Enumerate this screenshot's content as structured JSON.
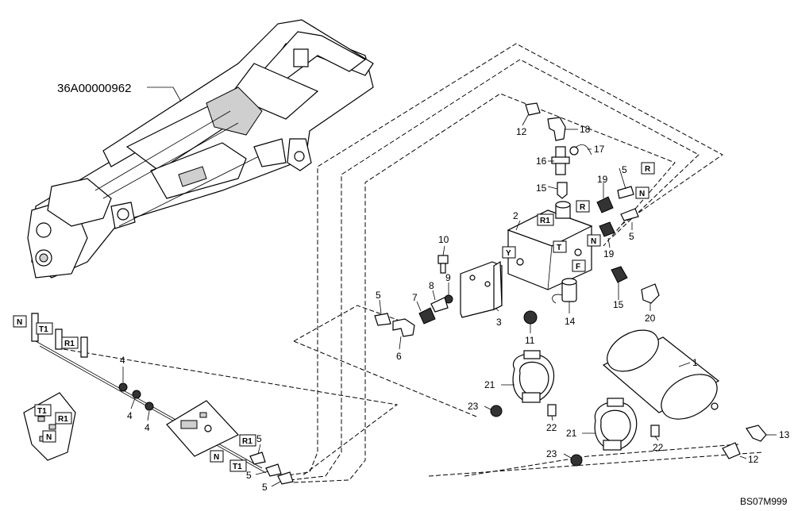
{
  "drawing": {
    "part_number": "36A00000962",
    "code": "BS07M999"
  },
  "callouts": {
    "c1": "1",
    "c2": "2",
    "c3": "3",
    "c4a": "4",
    "c4b": "4",
    "c4c": "4",
    "c5a": "5",
    "c5b": "5",
    "c5c": "5",
    "c5d": "5",
    "c5e": "5",
    "c5f": "5",
    "c6": "6",
    "c7": "7",
    "c8": "8",
    "c9": "9",
    "c10": "10",
    "c11": "11",
    "c12a": "12",
    "c12b": "12",
    "c13": "13",
    "c14": "14",
    "c15a": "15",
    "c15b": "15",
    "c16": "16",
    "c17": "17",
    "c18": "18",
    "c19a": "19",
    "c19b": "19",
    "c20": "20",
    "c21a": "21",
    "c21b": "21",
    "c22a": "22",
    "c22b": "22",
    "c23a": "23",
    "c23b": "23"
  },
  "port_tags": {
    "t_r_top": "R",
    "t_n_top": "N",
    "t_r1_valve": "R1",
    "t_r_valve": "R",
    "t_n_valve": "N",
    "t_y": "Y",
    "t_t": "T",
    "t_f": "F",
    "t_n_left": "N",
    "t_t1_left": "T1",
    "t_r1_left": "R1",
    "t_t1_panel": "T1",
    "t_r1_panel": "R1",
    "t_n_panel": "N",
    "t_r1_bot": "R1",
    "t_t1_bot": "T1",
    "t_n_bot": "N"
  }
}
